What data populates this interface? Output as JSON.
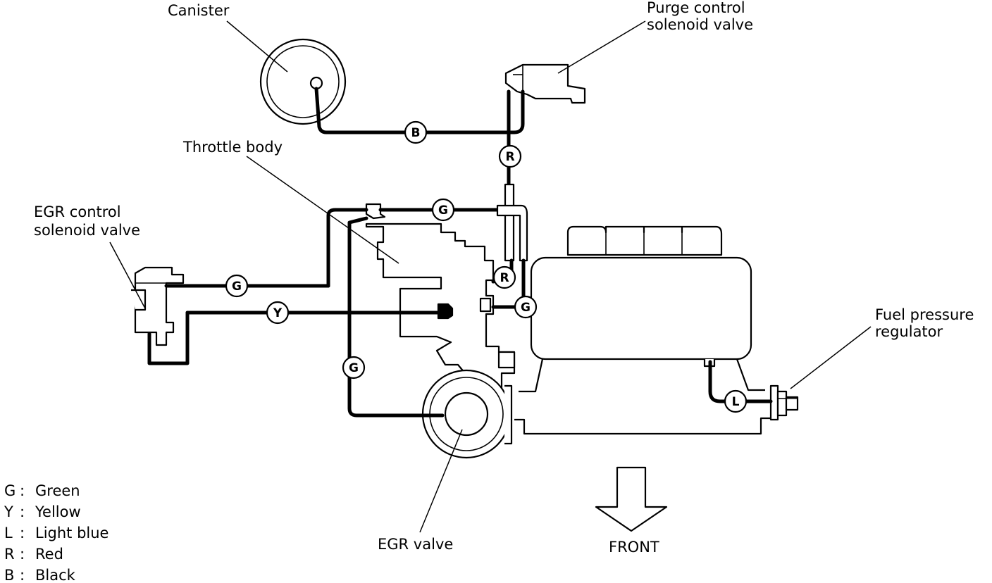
{
  "labels": {
    "canister": "Canister",
    "purge_line1": "Purge control",
    "purge_line2": "solenoid valve",
    "throttle": "Throttle body",
    "egr_ctrl_line1": "EGR control",
    "egr_ctrl_line2": "solenoid valve",
    "fuel_line1": "Fuel pressure",
    "fuel_line2": "regulator",
    "egr_valve": "EGR valve",
    "front": "FRONT"
  },
  "hose_tags": {
    "b": "B",
    "r": "R",
    "g": "G",
    "y": "Y",
    "l": "L"
  },
  "legend": [
    {
      "code": "G",
      "sep": ":",
      "color_name": "Green"
    },
    {
      "code": "Y",
      "sep": ":",
      "color_name": "Yellow"
    },
    {
      "code": "L",
      "sep": ":",
      "color_name": "Light blue"
    },
    {
      "code": "R",
      "sep": ":",
      "color_name": "Red"
    },
    {
      "code": "B",
      "sep": ":",
      "color_name": "Black"
    }
  ]
}
